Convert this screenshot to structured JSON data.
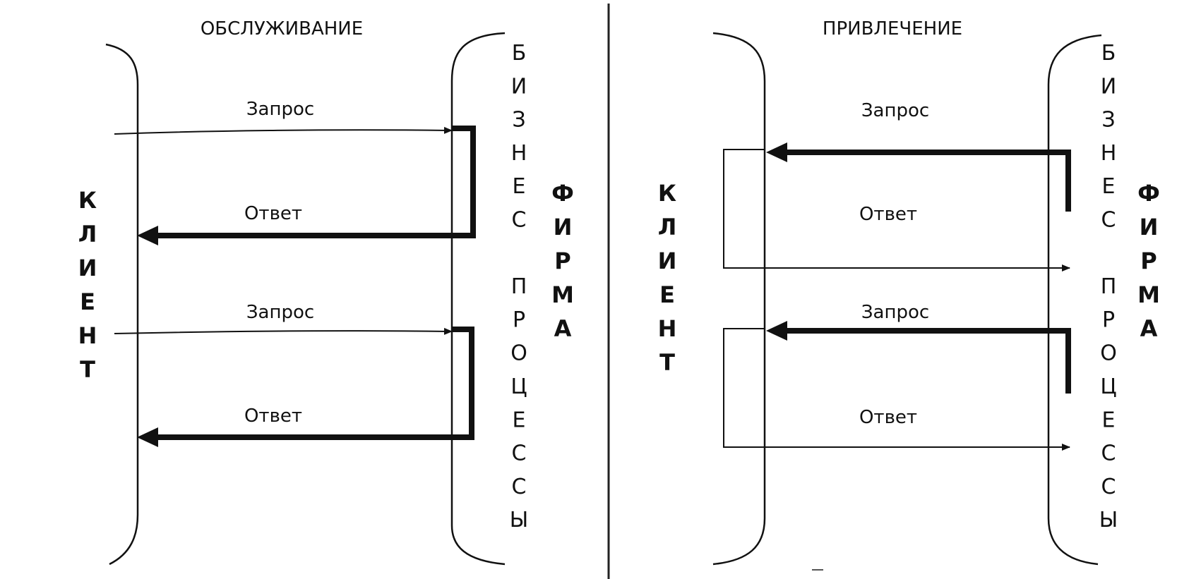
{
  "left_panel": {
    "title": "ОБСЛУЖИВАНИЕ",
    "client_letters": [
      "К",
      "Л",
      "И",
      "Е",
      "Н",
      "Т"
    ],
    "business_letters": [
      "Б",
      "И",
      "З",
      "Н",
      "Е",
      "С",
      "",
      "П",
      "Р",
      "О",
      "Ц",
      "Е",
      "С",
      "С",
      "Ы"
    ],
    "firm_letters": [
      "Ф",
      "И",
      "Р",
      "М",
      "А"
    ],
    "labels": {
      "request_1": "Запрос",
      "response_1": "Ответ",
      "request_2": "Запрос",
      "response_2": "Ответ"
    }
  },
  "right_panel": {
    "title": "ПРИВЛЕЧЕНИЕ",
    "client_letters": [
      "К",
      "Л",
      "И",
      "Е",
      "Н",
      "Т"
    ],
    "business_letters": [
      "Б",
      "И",
      "З",
      "Н",
      "Е",
      "С",
      "",
      "П",
      "Р",
      "О",
      "Ц",
      "Е",
      "С",
      "С",
      "Ы"
    ],
    "firm_letters": [
      "Ф",
      "И",
      "Р",
      "М",
      "А"
    ],
    "labels": {
      "request_1": "Запрос",
      "response_1": "Ответ",
      "request_2": "Запрос",
      "response_2": "Ответ"
    }
  }
}
